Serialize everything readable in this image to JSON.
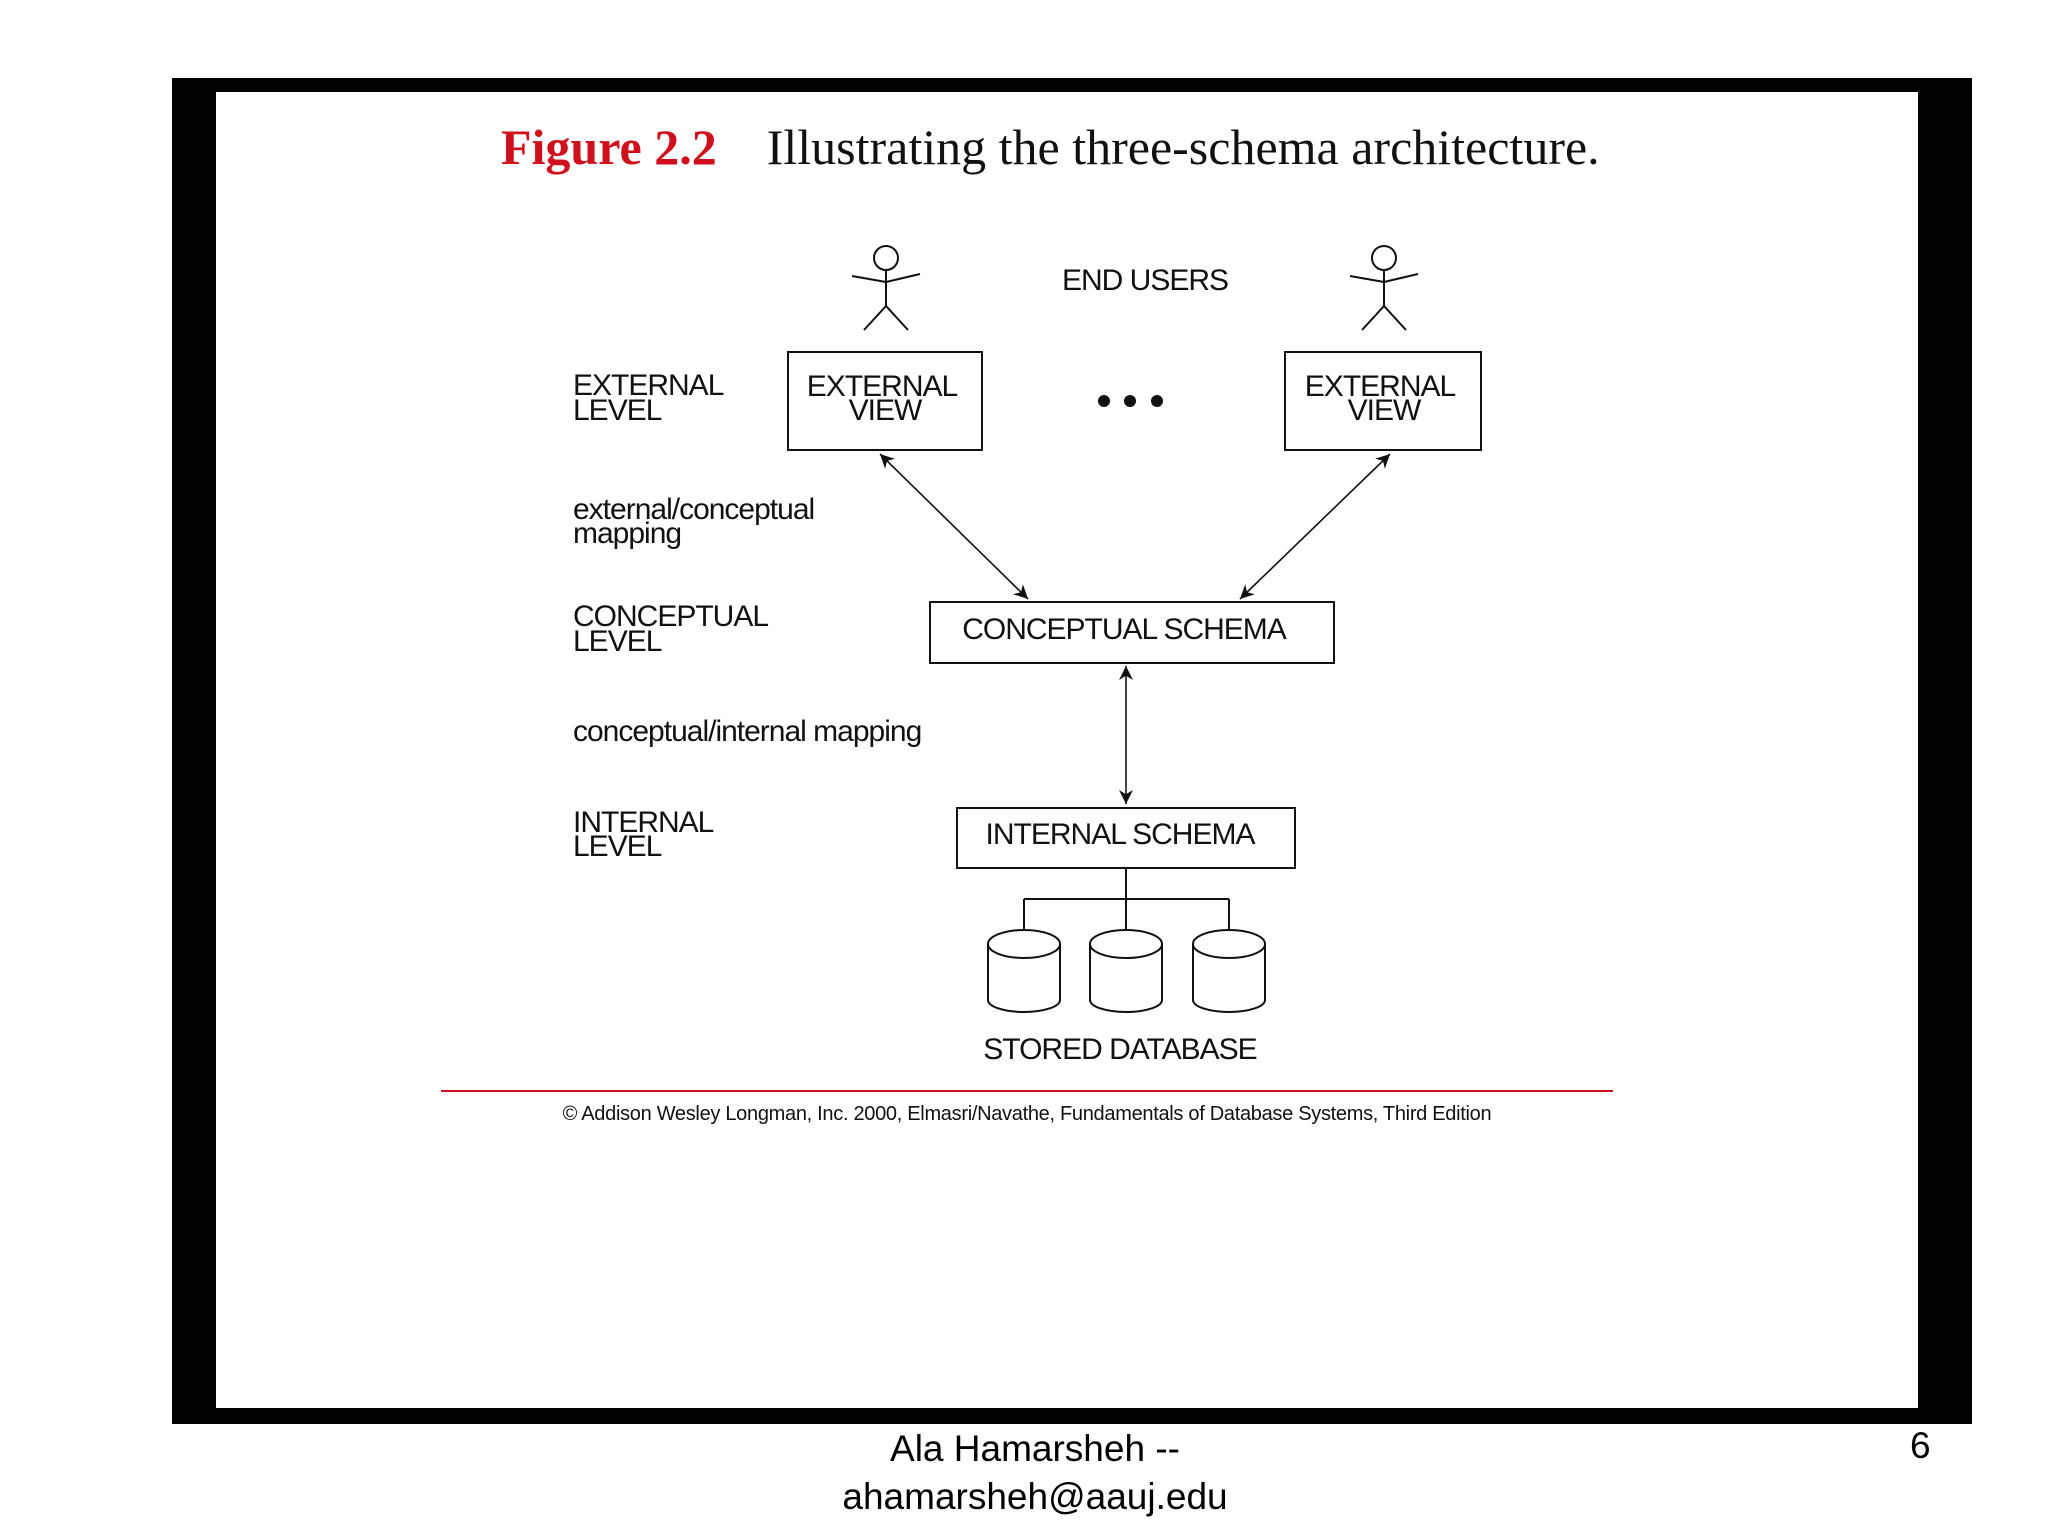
{
  "figure": {
    "number": "Figure 2.2",
    "caption": "Illustrating the three-schema architecture.",
    "accent_color": "#d0101c"
  },
  "levels": {
    "external": [
      "EXTERNAL",
      "LEVEL"
    ],
    "ext_conc_mapping": [
      "external/conceptual",
      "mapping"
    ],
    "conceptual": [
      "CONCEPTUAL",
      "LEVEL"
    ],
    "conc_int_mapping": "conceptual/internal mapping",
    "internal": [
      "INTERNAL",
      "LEVEL"
    ]
  },
  "end_users_label": "END USERS",
  "external_views": [
    [
      "EXTERNAL",
      "VIEW"
    ],
    [
      "EXTERNAL",
      "VIEW"
    ]
  ],
  "ellipsis_icon": "ellipsis-dots",
  "conceptual_schema": "CONCEPTUAL SCHEMA",
  "internal_schema": "INTERNAL SCHEMA",
  "stored_database": "STORED DATABASE",
  "copyright": "© Addison Wesley Longman, Inc. 2000, Elmasri/Navathe, Fundamentals of Database Systems, Third Edition",
  "footer": {
    "author_line1": "Ala Hamarsheh --",
    "author_line2": "ahamarsheh@aauj.edu",
    "slide_number": "6"
  }
}
